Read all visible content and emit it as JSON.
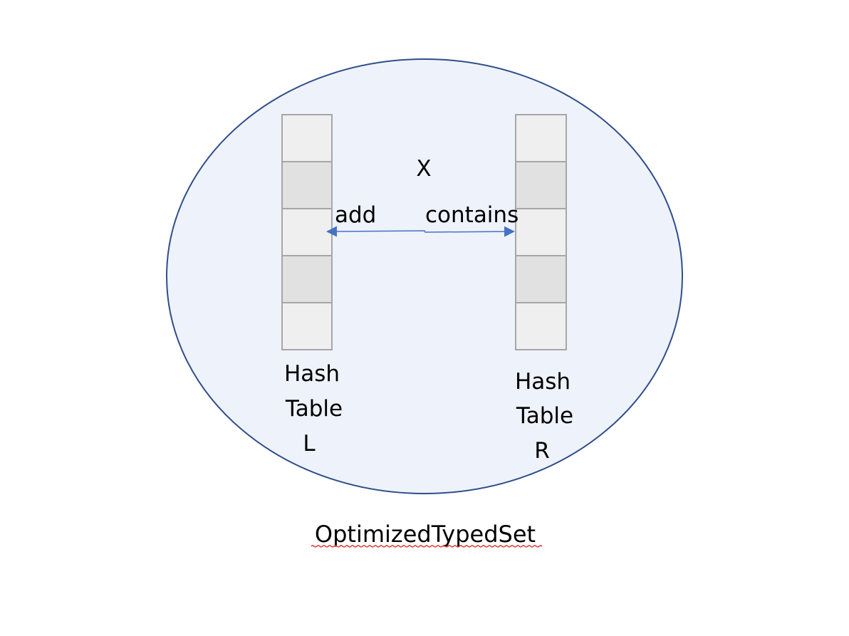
{
  "diagram": {
    "center_symbol": "X",
    "arrow_labels": {
      "left": "add",
      "right": "contains"
    },
    "left_table": {
      "lines": [
        "Hash",
        "Table",
        "L"
      ]
    },
    "right_table": {
      "lines": [
        "Hash",
        "Table",
        "R"
      ]
    },
    "caption": "OptimizedTypedSet",
    "colors": {
      "ellipse_fill": "#EEF2FA",
      "ellipse_stroke": "#2F4E8A",
      "cell_light": "#EFEFEF",
      "cell_dark": "#E1E1E1",
      "cell_border": "#A6A6A6",
      "arrow": "#4472C4",
      "spellcheck_underline": "#E0302A"
    }
  }
}
